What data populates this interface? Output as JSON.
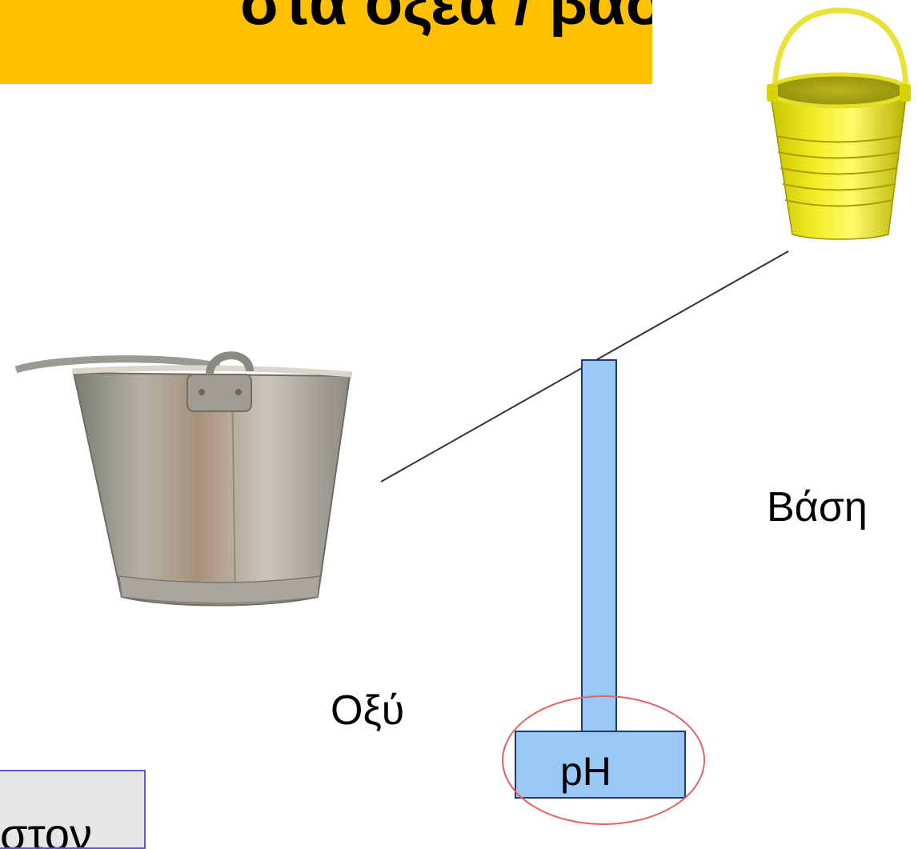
{
  "banner": {
    "title": "στα οξέα / βάσεις",
    "color": "#ffc000"
  },
  "labels": {
    "base": "Βάση",
    "acid": "Οξύ",
    "ph": "pH"
  },
  "bottom_box": {
    "text": "στον"
  },
  "images": {
    "left": "metal-bucket",
    "right": "yellow-bucket"
  },
  "colors": {
    "scale_fill": "#99c8f5",
    "scale_stroke": "#1f3a6e",
    "ellipse_stroke": "#e06464",
    "lever_line": "#333333",
    "box_border": "#5b5bc9"
  }
}
